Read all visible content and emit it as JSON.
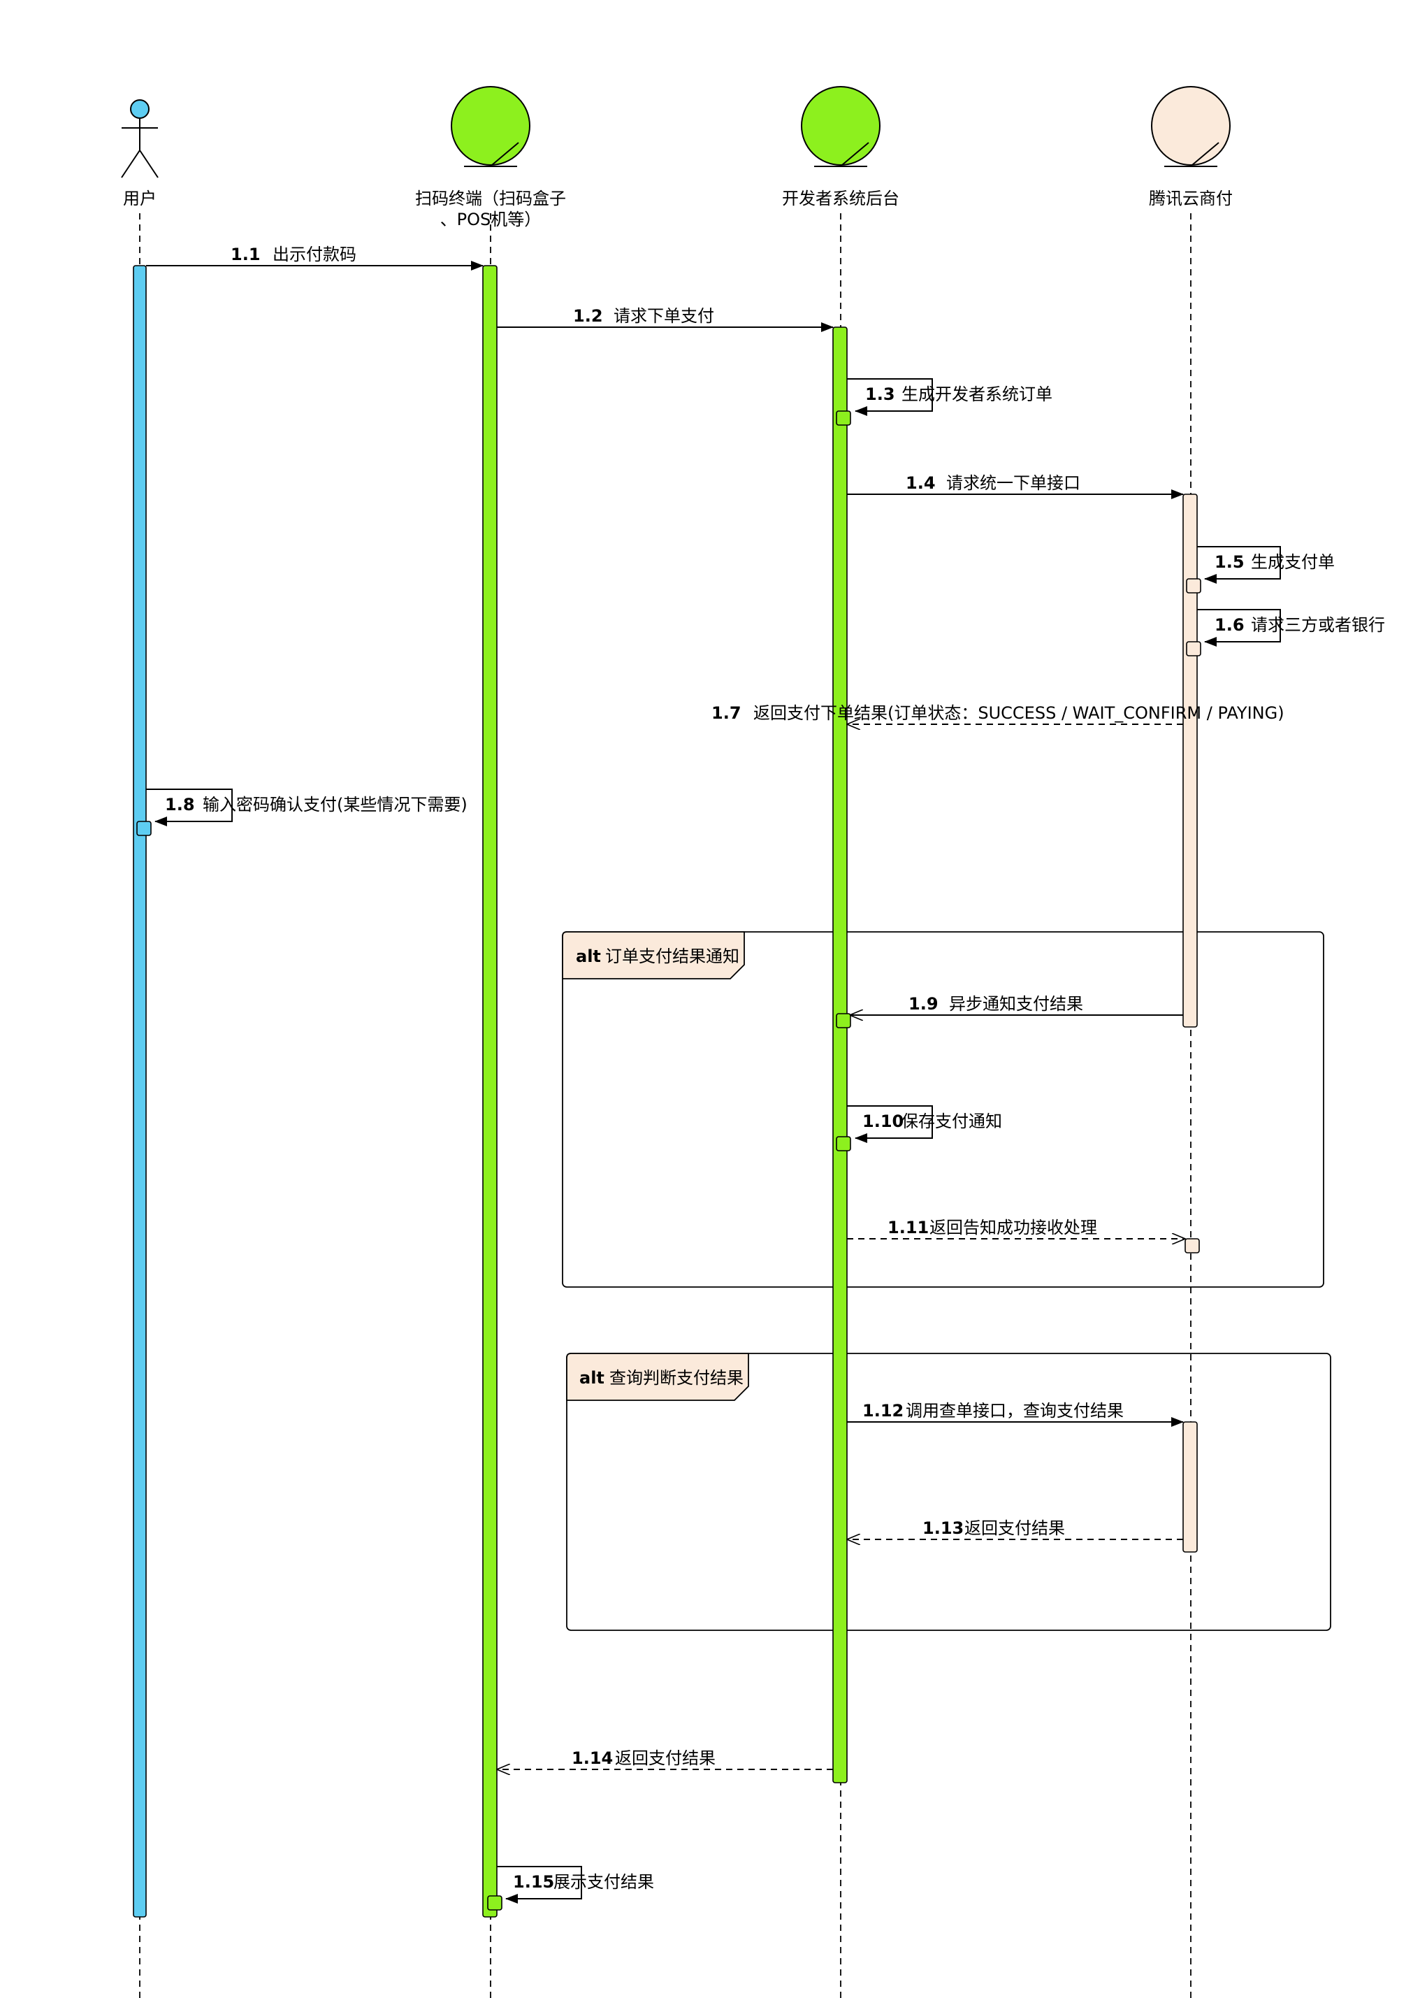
{
  "colors": {
    "user": "#5ecdf2",
    "green": "#8df01e",
    "peach": "#fbeadb",
    "frame_tag": "#fbeadb"
  },
  "participants": [
    {
      "id": "user",
      "label": "用户",
      "label2": "",
      "icon": "actor-stick-figure-icon"
    },
    {
      "id": "scanner",
      "label": "扫码终端（扫码盒子",
      "label2": "、POS机等）",
      "icon": "entity-circle-icon"
    },
    {
      "id": "backend",
      "label": "开发者系统后台",
      "label2": "",
      "icon": "entity-circle-icon"
    },
    {
      "id": "tencent",
      "label": "腾讯云商付",
      "label2": "",
      "icon": "entity-circle-icon"
    }
  ],
  "messages": [
    {
      "num": "1.1",
      "text": "出示付款码"
    },
    {
      "num": "1.2",
      "text": "请求下单支付"
    },
    {
      "num": "1.3",
      "text": "生成开发者系统订单"
    },
    {
      "num": "1.4",
      "text": "请求统一下单接口"
    },
    {
      "num": "1.5",
      "text": "生成支付单"
    },
    {
      "num": "1.6",
      "text": "请求三方或者银行"
    },
    {
      "num": "1.7",
      "text": "返回支付下单结果(订单状态：SUCCESS / WAIT_CONFIRM / PAYING)"
    },
    {
      "num": "1.8",
      "text": "输入密码确认支付(某些情况下需要)"
    },
    {
      "num": "1.9",
      "text": "异步通知支付结果"
    },
    {
      "num": "1.10",
      "text": "保存支付通知"
    },
    {
      "num": "1.11",
      "text": "返回告知成功接收处理"
    },
    {
      "num": "1.12",
      "text": "调用查单接口，查询支付结果"
    },
    {
      "num": "1.13",
      "text": "返回支付结果"
    },
    {
      "num": "1.14",
      "text": "返回支付结果"
    },
    {
      "num": "1.15",
      "text": "展示支付结果"
    }
  ],
  "frames": [
    {
      "keyword": "alt",
      "title": "订单支付结果通知"
    },
    {
      "keyword": "alt",
      "title": "查询判断支付结果"
    }
  ]
}
